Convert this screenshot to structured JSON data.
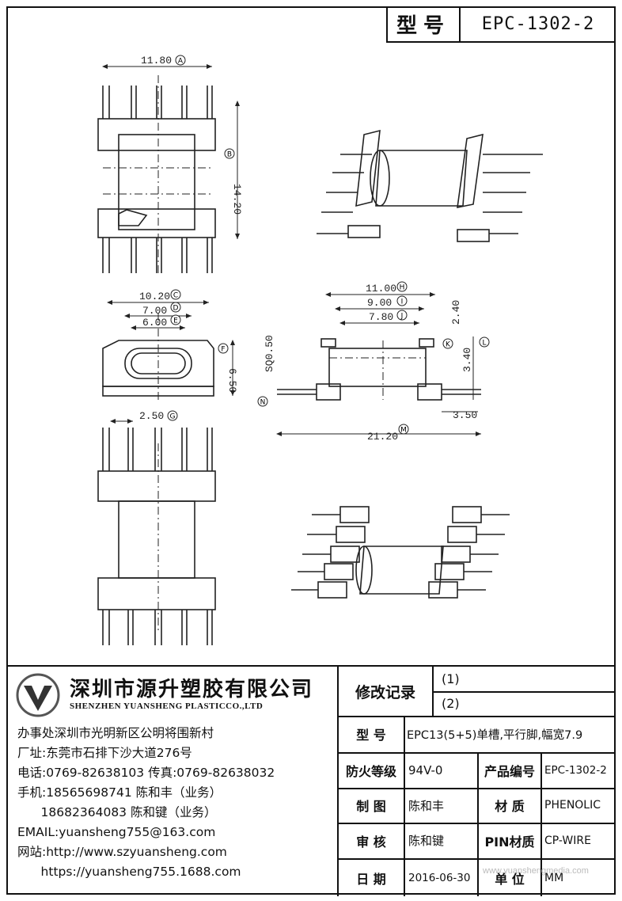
{
  "title_block": {
    "label": "型号",
    "model": "EPC-1302-2"
  },
  "dimensions": {
    "A": "11.80",
    "B": "14.20",
    "C": "10.20",
    "D": "7.00",
    "E": "6.00",
    "F": "6.50",
    "G": "2.50",
    "H": "11.00",
    "I": "9.00",
    "J": "7.80",
    "K": "2.40",
    "L": "3.40",
    "M": "21.20",
    "N": "SQ0.50",
    "P": "3.50"
  },
  "dim_letters": [
    "A",
    "B",
    "C",
    "D",
    "E",
    "F",
    "G",
    "H",
    "I",
    "J",
    "K",
    "L",
    "M",
    "N"
  ],
  "company": {
    "name_cn": "深圳市源升塑胶有限公司",
    "name_en": "SHENZHEN YUANSHENG PLASTICCO.,LTD",
    "office": "办事处深圳市光明新区公明将围新村",
    "factory": "厂址:东莞市石排下沙大道276号",
    "phone": "电话:0769-82638103 传真:0769-82638032",
    "mobile1": "手机:18565698741 陈和丰（业务）",
    "mobile2": "      18682364083 陈和键（业务）",
    "email": "EMAIL:yuansheng755@163.com",
    "web1": "网站:http://www.szyuansheng.com",
    "web2": "      https://yuansheng755.1688.com"
  },
  "revision": {
    "label": "修改记录",
    "r1": "(1)",
    "r2": "(2)"
  },
  "spec": {
    "model_label": "型 号",
    "model_value": "EPC13(5+5)单槽,平行脚,幅宽7.9",
    "fire_label": "防火等级",
    "fire_value": "94V-0",
    "code_label": "产品编号",
    "code_value": "EPC-1302-2",
    "draw_label": "制 图",
    "draw_value": "陈和丰",
    "material_label": "材 质",
    "material_value": "PHENOLIC",
    "review_label": "审 核",
    "review_value": "陈和键",
    "pin_label": "PIN材质",
    "pin_value": "CP-WIRE",
    "date_label": "日 期",
    "date_value": "2016-06-30",
    "unit_label": "单 位",
    "unit_value": "MM"
  },
  "watermark": "www.yuanshengmedia.com"
}
